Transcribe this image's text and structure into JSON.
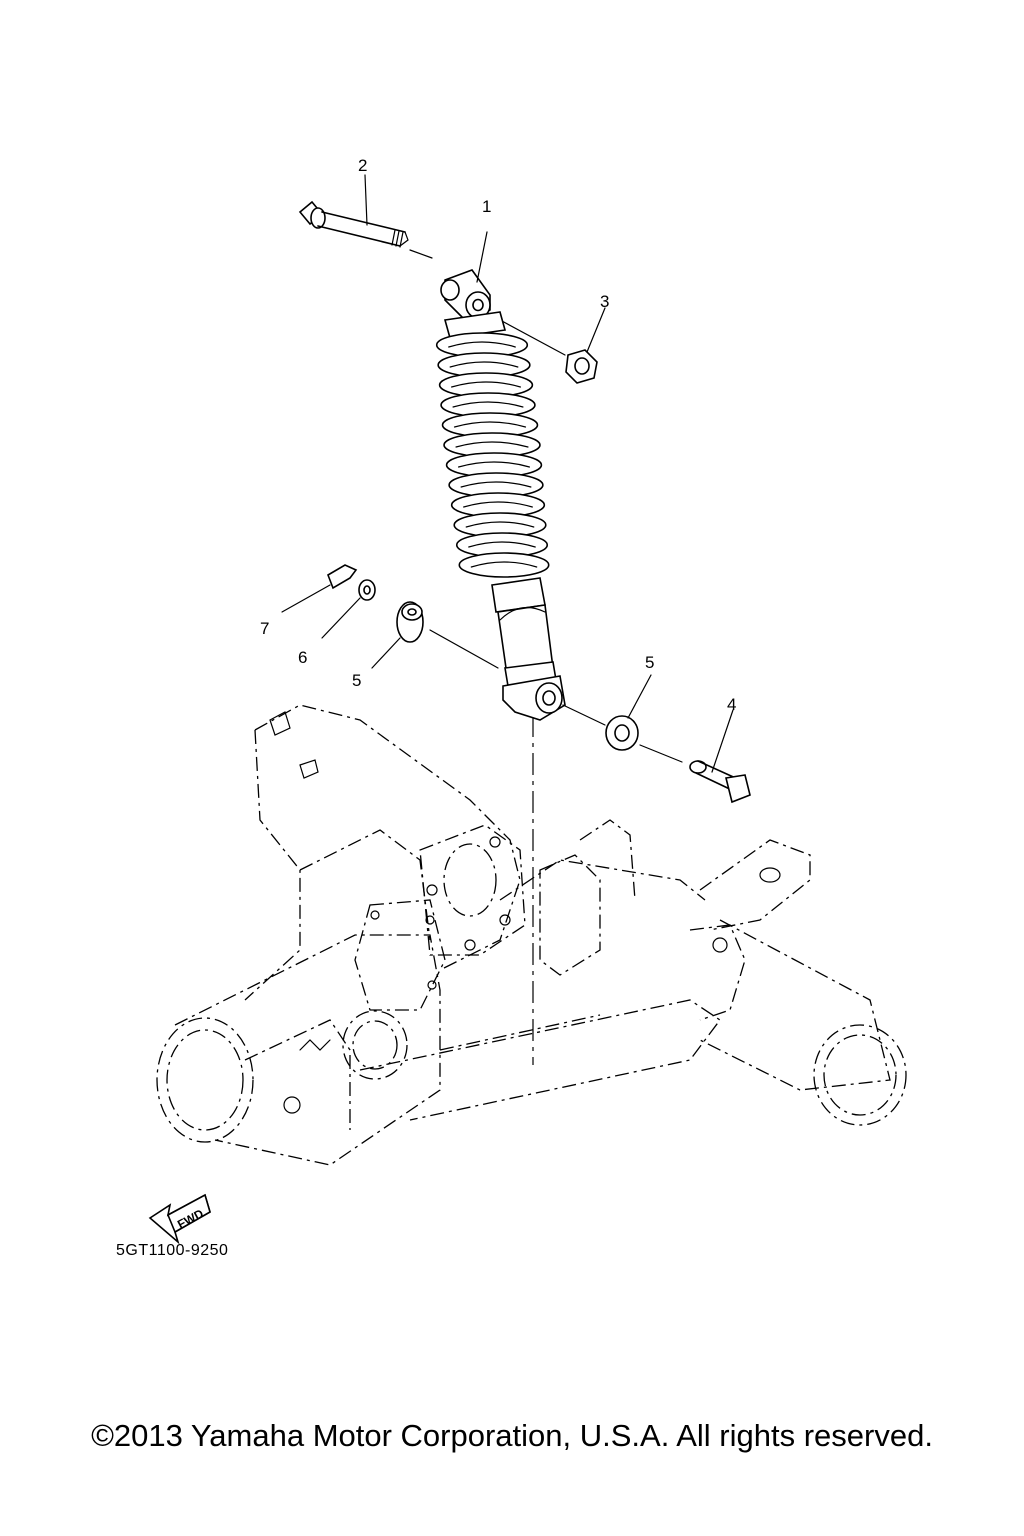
{
  "callouts": [
    {
      "id": "1",
      "label": "1"
    },
    {
      "id": "2",
      "label": "2"
    },
    {
      "id": "3",
      "label": "3"
    },
    {
      "id": "4",
      "label": "4"
    },
    {
      "id": "5a",
      "label": "5"
    },
    {
      "id": "5b",
      "label": "5"
    },
    {
      "id": "6",
      "label": "6"
    },
    {
      "id": "7",
      "label": "7"
    }
  ],
  "fwd_label": "FWD",
  "diagram_code": "5GT1100-9250",
  "copyright": "©2013 Yamaha Motor Corporation, U.S.A. All rights reserved."
}
